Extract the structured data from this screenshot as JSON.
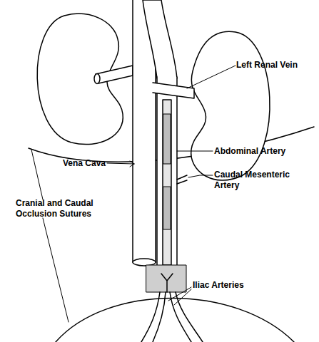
{
  "diagram": {
    "labels": [
      "Left Renal Vein",
      "Vena Cava",
      "Abdominal Artery",
      "Caudal Mesenteric Artery",
      "Cranial and Caudal Occlusion Sutures",
      "Iliac Arteries"
    ]
  }
}
